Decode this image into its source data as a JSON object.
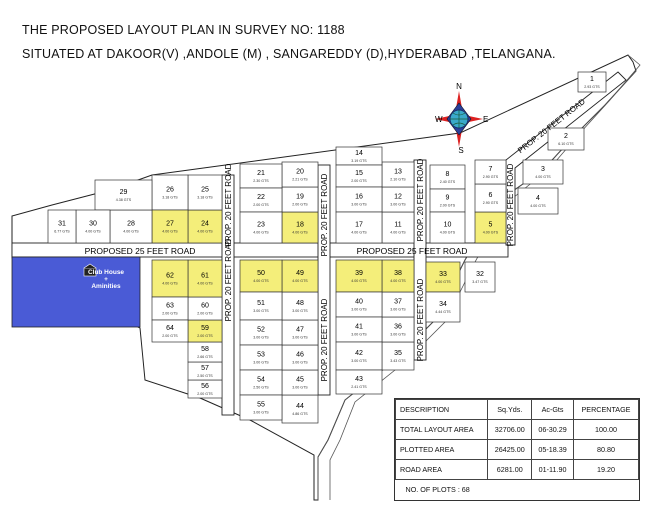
{
  "title_line1": "THE PROPOSED LAYOUT PLAN  IN  SURVEY  NO: 1188",
  "title_line2": "SITUATED AT DAKOOR(V) ,ANDOLE (M) , SANGAREDDY (D),HYDERABAD ,TELANGANA.",
  "compass": {
    "n": "N",
    "s": "S",
    "e": "E",
    "w": "W"
  },
  "roads": {
    "horizontal_left": "PROPOSED 25 FEET ROAD",
    "horizontal_right": "PROPOSED 25 FEET ROAD",
    "vertical_left": "PROP. 20 FEET ROAD",
    "vertical_middle": "PROP. 20 FEET ROAD",
    "vertical_right": "PROP. 20 FEET ROAD",
    "diagonal_top_right": "PROP. 20 FEET ROAD"
  },
  "club_house": {
    "line1": "Club House",
    "line2": "+",
    "line3": "Aminities"
  },
  "highlight_color": "#f4ee7a",
  "club_color": "#4a5bd6",
  "plots": [
    {
      "no": "1",
      "area": "2.93 GTS"
    },
    {
      "no": "2",
      "area": "6.10 GTS"
    },
    {
      "no": "3",
      "area": "4.00 GTS"
    },
    {
      "no": "4",
      "area": "4.00 GTS"
    },
    {
      "no": "5",
      "area": "4.00 GTS"
    },
    {
      "no": "6",
      "area": "2.90 GTS"
    },
    {
      "no": "7",
      "area": "2.90 GTS"
    },
    {
      "no": "8",
      "area": "2.40 GTS"
    },
    {
      "no": "9",
      "area": "2.00 GTS"
    },
    {
      "no": "10",
      "area": "4.00 GTS"
    },
    {
      "no": "11",
      "area": "4.00 GTS"
    },
    {
      "no": "12",
      "area": "3.00 GTS"
    },
    {
      "no": "13",
      "area": "2.10 GTS"
    },
    {
      "no": "14",
      "area": "3.19 GTS"
    },
    {
      "no": "15",
      "area": "2.00 GTS"
    },
    {
      "no": "16",
      "area": "3.00 GTS"
    },
    {
      "no": "17",
      "area": "4.00 GTS"
    },
    {
      "no": "18",
      "area": "4.00 GTS"
    },
    {
      "no": "19",
      "area": "2.00 GTS"
    },
    {
      "no": "20",
      "area": "2.21 GTS"
    },
    {
      "no": "21",
      "area": "2.30 GTS"
    },
    {
      "no": "22",
      "area": "2.00 GTS"
    },
    {
      "no": "23",
      "area": "4.00 GTS"
    },
    {
      "no": "24",
      "area": "4.00 GTS"
    },
    {
      "no": "25",
      "area": "3.18 GTS"
    },
    {
      "no": "26",
      "area": "3.18 GTS"
    },
    {
      "no": "27",
      "area": "4.00 GTS"
    },
    {
      "no": "28",
      "area": "4.00 GTS"
    },
    {
      "no": "29",
      "area": "4.38 GTS"
    },
    {
      "no": "30",
      "area": "4.00 GTS"
    },
    {
      "no": "31",
      "area": "6.77 GTS"
    },
    {
      "no": "32",
      "area": "3.47 GTS"
    },
    {
      "no": "33",
      "area": "4.00 GTS"
    },
    {
      "no": "34",
      "area": "4.44 GTS"
    },
    {
      "no": "35",
      "area": "3.43 GTS"
    },
    {
      "no": "36",
      "area": "3.00 GTS"
    },
    {
      "no": "37",
      "area": "3.00 GTS"
    },
    {
      "no": "38",
      "area": "4.00 GTS"
    },
    {
      "no": "39",
      "area": "4.00 GTS"
    },
    {
      "no": "40",
      "area": "3.00 GTS"
    },
    {
      "no": "41",
      "area": "3.00 GTS"
    },
    {
      "no": "42",
      "area": "3.00 GTS"
    },
    {
      "no": "43",
      "area": "2.41 GTS"
    },
    {
      "no": "44",
      "area": "4.86 GTS"
    },
    {
      "no": "45",
      "area": "3.00 GTS"
    },
    {
      "no": "46",
      "area": "3.00 GTS"
    },
    {
      "no": "47",
      "area": "3.00 GTS"
    },
    {
      "no": "48",
      "area": "3.00 GTS"
    },
    {
      "no": "49",
      "area": "4.00 GTS"
    },
    {
      "no": "50",
      "area": "4.00 GTS"
    },
    {
      "no": "51",
      "area": "3.00 GTS"
    },
    {
      "no": "52",
      "area": "3.00 GTS"
    },
    {
      "no": "53",
      "area": "3.00 GTS"
    },
    {
      "no": "54",
      "area": "2.50 GTS"
    },
    {
      "no": "55",
      "area": "3.00 GTS"
    },
    {
      "no": "56",
      "area": "2.00 GTS"
    },
    {
      "no": "57",
      "area": "2.50 GTS"
    },
    {
      "no": "58",
      "area": "2.66 GTS"
    },
    {
      "no": "59",
      "area": "2.00 GTS"
    },
    {
      "no": "60",
      "area": "2.00 GTS"
    },
    {
      "no": "61",
      "area": "4.00 GTS"
    },
    {
      "no": "62",
      "area": "4.00 GTS"
    },
    {
      "no": "63",
      "area": "2.00 GTS"
    },
    {
      "no": "64",
      "area": "2.00 GTS"
    }
  ],
  "summary": {
    "headers": [
      "DESCRIPTION",
      "Sq.Yds.",
      "Ac-Gts",
      "PERCENTAGE"
    ],
    "rows": [
      {
        "description": "TOTAL LAYOUT AREA",
        "sqyds": "32706.00",
        "acgts": "06-30.29",
        "percentage": "100.00"
      },
      {
        "description": "PLOTTED AREA",
        "sqyds": "26425.00",
        "acgts": "05-18.39",
        "percentage": "80.80"
      },
      {
        "description": "ROAD AREA",
        "sqyds": "6281.00",
        "acgts": "01-11.90",
        "percentage": "19.20"
      }
    ],
    "footer": "NO. OF PLOTS : 68"
  }
}
